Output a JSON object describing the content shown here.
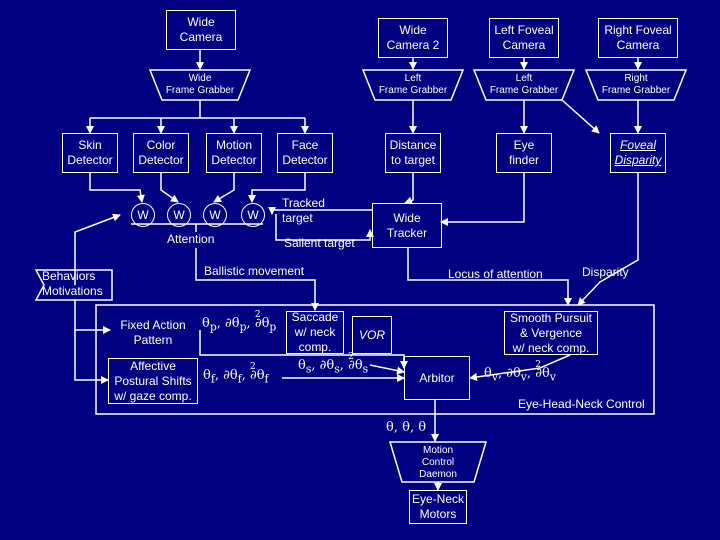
{
  "cameras": {
    "wide": "Wide\nCamera",
    "wide2": "Wide\nCamera 2",
    "left_foveal": "Left Foveal\nCamera",
    "right_foveal": "Right Foveal\nCamera"
  },
  "grabbers": {
    "wide": "Wide\nFrame Grabber",
    "left": "Left\nFrame Grabber",
    "left_foveal": "Left\nFrame Grabber",
    "right": "Right\nFrame Grabber"
  },
  "detectors": {
    "skin": "Skin\nDetector",
    "color": "Color\nDetector",
    "motion": "Motion\nDetector",
    "face": "Face\nDetector",
    "distance": "Distance\nto target",
    "eye": "Eye\nfinder",
    "foveal": "Foveal\nDisparity"
  },
  "weights": [
    "W",
    "W",
    "W",
    "W"
  ],
  "labels": {
    "attention": "Attention",
    "tracked": "Tracked\ntarget",
    "salient": "Salient target",
    "wide_tracker": "Wide\nTracker",
    "behaviors": "Behaviors\nMotivations",
    "ballistic": "Ballistic movement",
    "locus": "Locus of attention",
    "disparity": "Disparity",
    "fixed_action": "Fixed Action\nPattern",
    "affective": "Affective\nPostural Shifts\nw/ gaze comp.",
    "saccade": "Saccade\nw/ neck\ncomp.",
    "vor": "VOR",
    "smooth": "Smooth Pursuit\n& Vergence\nw/ neck comp.",
    "arbitor": "Arbitor",
    "control": "Eye-Head-Neck Control",
    "motion_control": "Motion\nControl\nDaemon",
    "motors": "Eye-Neck\nMotors"
  },
  "math": {
    "theta": "θ",
    "comma": ",",
    "delta": "∂",
    "sup2": "2",
    "dot1": "˙",
    "dot2": "¨",
    "sub_p": "p",
    "sub_f": "f",
    "sub_s": "s",
    "sub_v": "v"
  },
  "colors": {
    "background": "#000080",
    "foreground": "#ffffff"
  }
}
